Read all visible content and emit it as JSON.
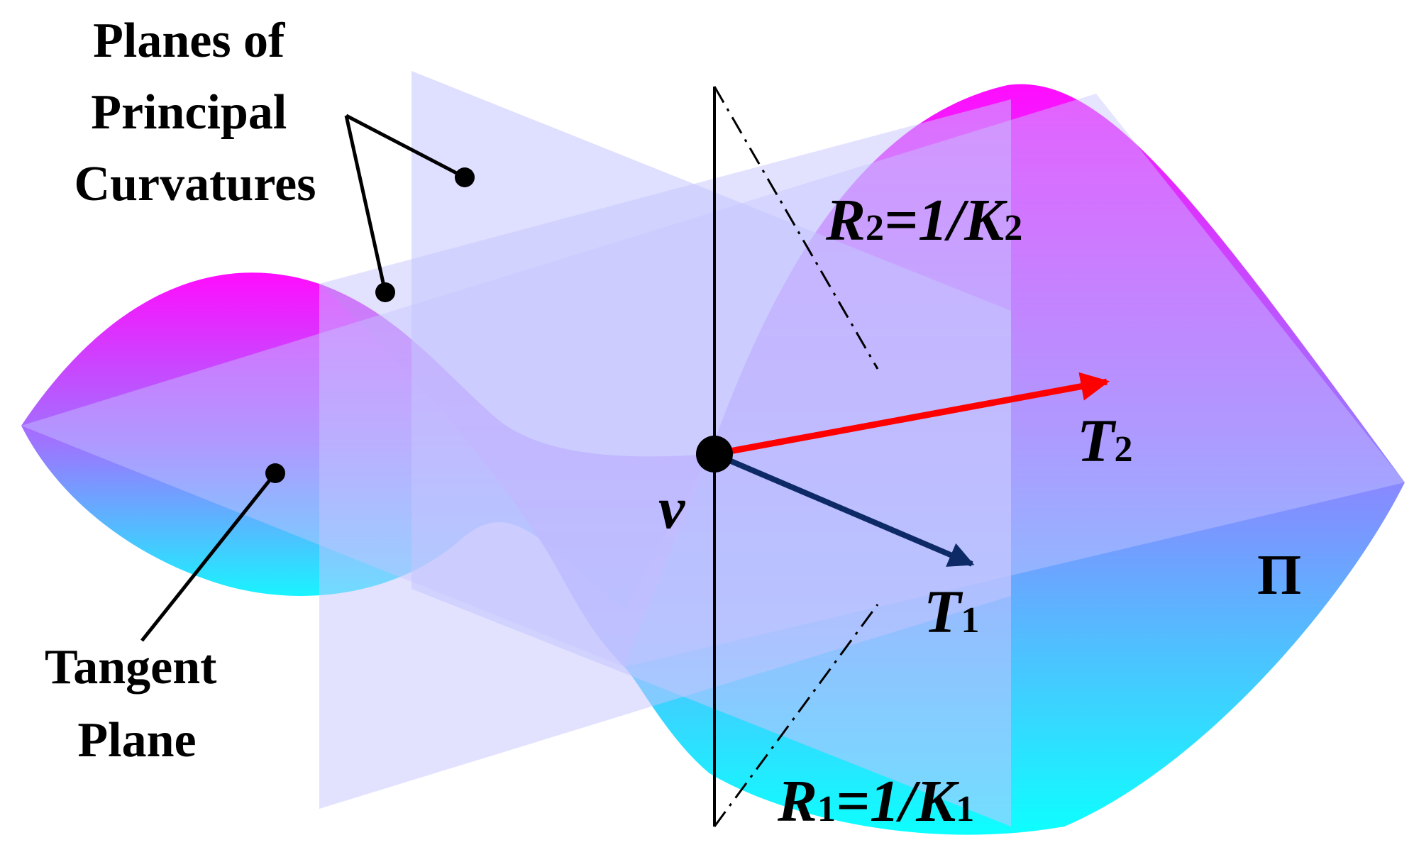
{
  "labels": {
    "principal_planes": [
      "Planes of",
      "Principal",
      "Curvatures"
    ],
    "tangent_plane": [
      "Tangent",
      "Plane"
    ],
    "point": "v",
    "pi_symbol": "Π",
    "r2": {
      "R": "R",
      "sub_a": "2",
      "mid": "=1/K",
      "sub_b": "2"
    },
    "r1": {
      "R": "R",
      "sub_a": "1",
      "mid": "=1/K",
      "sub_b": "1"
    },
    "t2": {
      "T": "T",
      "sub": "2"
    },
    "t1": {
      "T": "T",
      "sub": "1"
    }
  },
  "colors": {
    "surface_top": "#ff00ff",
    "surface_mid": "#9a6cff",
    "surface_bottom": "#00ffff",
    "plane_fill": "#c5c5ff",
    "arrow_t2": "#ff0000",
    "arrow_t1": "#0d2a66",
    "lines": "#000000"
  }
}
